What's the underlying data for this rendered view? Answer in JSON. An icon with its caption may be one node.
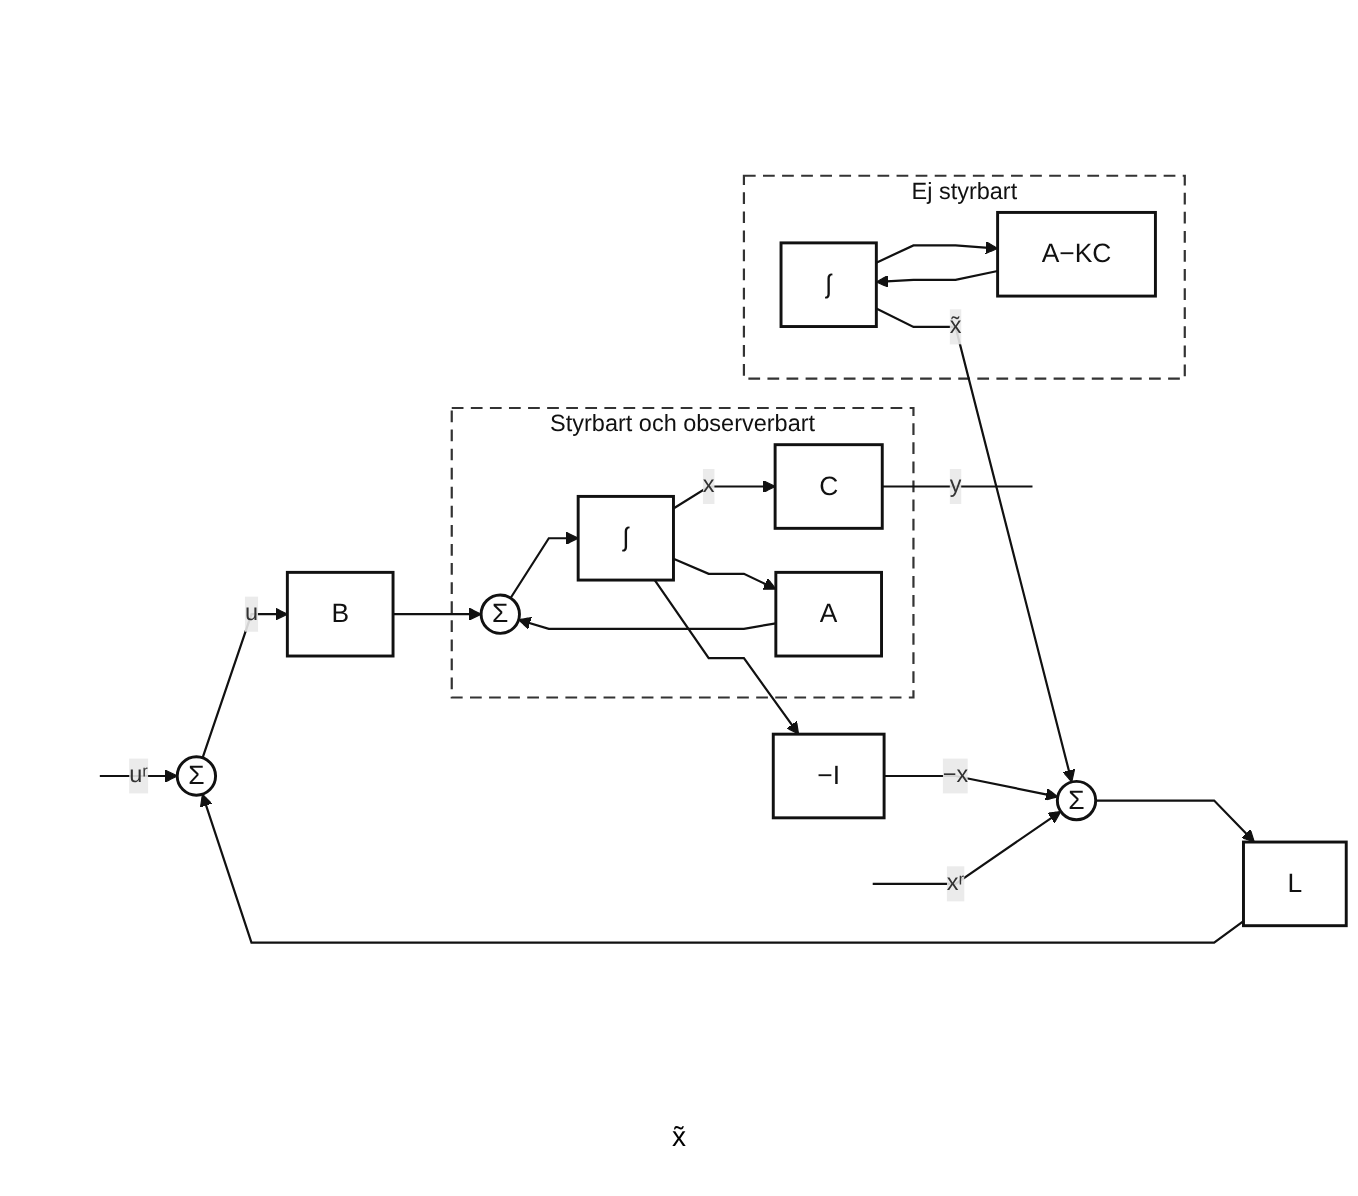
{
  "diagram": {
    "nodes": [
      {
        "text": [
          "Σ"
        ]
      },
      {
        "text": [
          "B"
        ]
      },
      {
        "text": [
          "Styrbart och observerbart"
        ]
      },
      {
        "text": [
          "Σ"
        ],
        "in": 2
      },
      {
        "text": [
          "∫"
        ],
        "in": 2
      },
      {
        "text": [
          "C"
        ],
        "in": 2
      },
      {
        "text": [
          "A"
        ],
        "in": 2
      },
      {
        "text": [
          "L"
        ]
      },
      {
        "text": [
          "Σ"
        ]
      },
      {
        "text": [
          "−I"
        ]
      },
      {
        "text": [
          "Ej styrbart"
        ]
      },
      {
        "text": [
          "∫"
        ],
        "in": 10
      },
      {
        "text": [
          "A−KC"
        ],
        "in": 10
      }
    ],
    "edges": [
      {
        "from": null,
        "to": 0,
        "arrow": "to",
        "label": "uʳ"
      },
      {
        "from": 0,
        "to": 1,
        "arrow": "to",
        "label": "u"
      },
      {
        "from": 1,
        "to": 3,
        "arrow": "to"
      },
      {
        "from": 3,
        "to": 4,
        "arrow": "to"
      },
      {
        "from": 4,
        "to": 5,
        "arrow": "to",
        "label": "x"
      },
      {
        "from": 5,
        "to": null,
        "arrow": "none",
        "label": "y"
      },
      {
        "from": 4,
        "to": 6,
        "arrow": "to"
      },
      {
        "from": 6,
        "to": 3,
        "arrow": "to"
      },
      {
        "from": 4,
        "to": 9,
        "arrow": "to"
      },
      {
        "from": 9,
        "to": 8,
        "arrow": "to",
        "label": "−x"
      },
      {
        "from": null,
        "to": 8,
        "arrow": "to",
        "label": "xʳ"
      },
      {
        "from": 8,
        "to": 7,
        "arrow": "to"
      },
      {
        "from": 7,
        "to": 0,
        "arrow": "to"
      },
      {
        "from": 11,
        "to": 8,
        "arrow": "to",
        "label": "x̃"
      },
      {
        "from": 11,
        "to": 12,
        "arrow": "to"
      },
      {
        "from": 12,
        "to": 11,
        "arrow": "to"
      }
    ],
    "labels": [
      "x̃"
    ]
  }
}
